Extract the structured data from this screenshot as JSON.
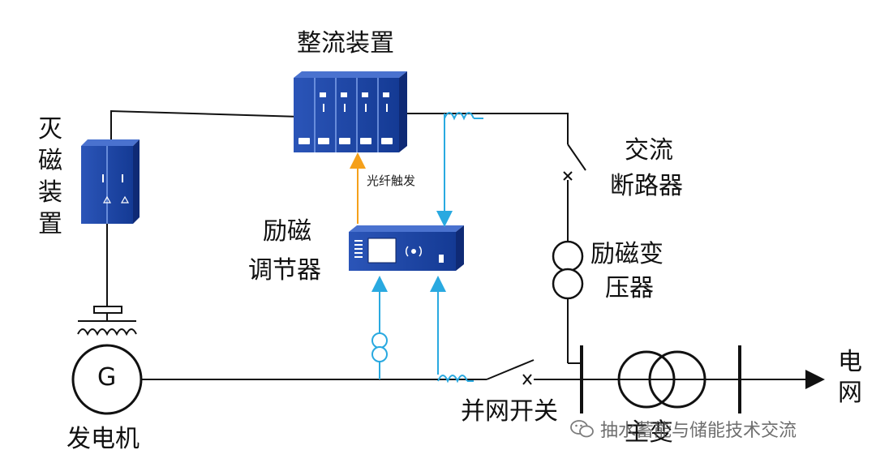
{
  "labels": {
    "rectifier": "整流装置",
    "de_excitation": "灭磁装置",
    "regulator_line1": "励磁",
    "regulator_line2": "调节器",
    "ac_breaker_line1": "交流",
    "ac_breaker_line2": "断路器",
    "exc_transformer_line1": "励磁变",
    "exc_transformer_line2": "压器",
    "generator": "发电机",
    "generator_symbol": "G",
    "grid_switch": "并网开关",
    "main_transformer": "主变",
    "grid": "电网",
    "fiber_trigger": "光纤触发"
  },
  "watermark": "抽水蓄能与储能技术交流",
  "colors": {
    "line": "#111111",
    "signal": "#29a9e0",
    "fiber": "#f5a01a",
    "cabinet": "#1a3d9a",
    "cabinet_dark": "#0f2a75"
  }
}
